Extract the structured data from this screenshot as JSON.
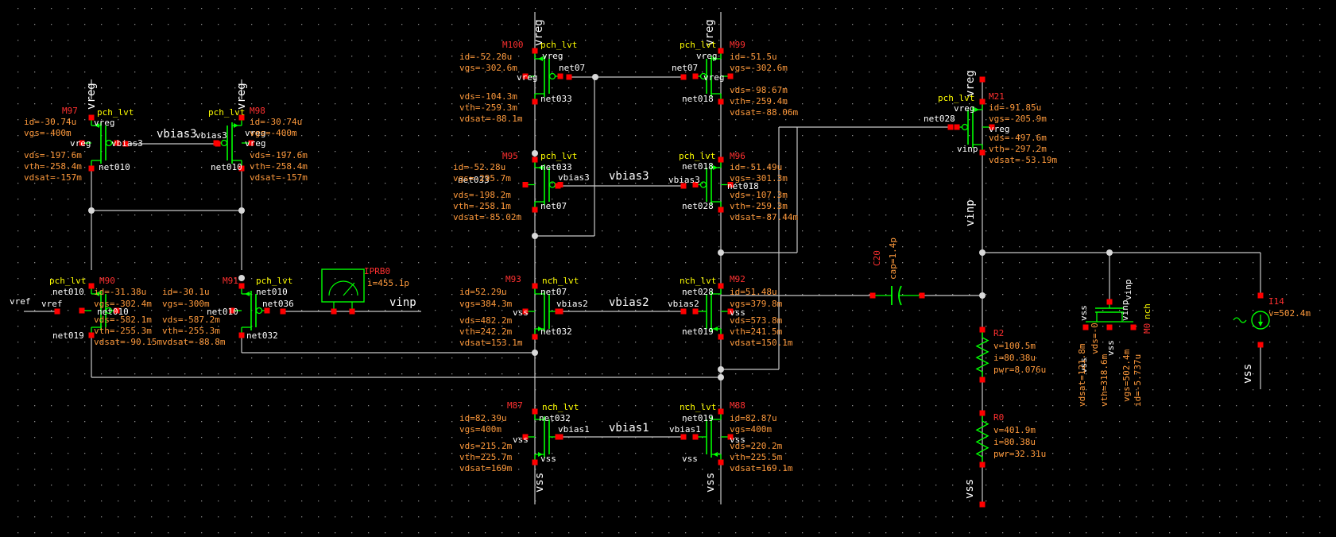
{
  "theme": {
    "background": "#000000",
    "wire": "#c8c8c8",
    "pin": "#ff0000",
    "device": "#00ff00",
    "net_text": "#ffffff",
    "param_text": "#ff9a3c",
    "cell_text": "#ffff00",
    "instance_text": "#ff3030",
    "grid_dot": "#8a8a8a"
  },
  "rails": {
    "vreg": "vreg",
    "vss": "vss",
    "vinp": "vinp",
    "vref": "vref"
  },
  "buses": {
    "vbias1": "vbias1",
    "vbias2": "vbias2",
    "vbias3": "vbias3"
  },
  "transistors": [
    {
      "id": "M97",
      "cell": "pch_lvt",
      "pins": {
        "s": "vreg",
        "g": "vbias3",
        "b": "vreg",
        "d": "net010"
      },
      "params": [
        "id=-30.74u",
        "vgs=-400m",
        "vds=-197.6m",
        "vth=-258.4m",
        "vdsat=-157m"
      ]
    },
    {
      "id": "M98",
      "cell": "pch_lvt",
      "pins": {
        "s": "vreg",
        "g": "vbias3",
        "b": "vreg",
        "d": "net010"
      },
      "params": [
        "id=-30.74u",
        "vgs=-400m",
        "vds=-197.6m",
        "vth=-258.4m",
        "vdsat=-157m"
      ]
    },
    {
      "id": "M90",
      "cell": "pch_lvt",
      "pins": {
        "s": "net010",
        "g": "vref",
        "b": "net010",
        "d": "net019"
      },
      "params": [
        "id=-31.38u",
        "vgs=-302.4m",
        "vds=-582.1m",
        "vth=-255.3m",
        "vdsat=-90.15m"
      ]
    },
    {
      "id": "M91",
      "cell": "pch_lvt",
      "pins": {
        "s": "net010",
        "g": "net036",
        "b": "net010",
        "d": "net032"
      },
      "params": [
        "id=-30.1u",
        "vgs=-300m",
        "vds=-587.2m",
        "vth=-255.3m",
        "vdsat=-88.8m"
      ]
    },
    {
      "id": "M100",
      "cell": "pch_lvt",
      "pins": {
        "s": "vreg",
        "g": "net07",
        "b": "vreg",
        "d": "net033"
      },
      "params": [
        "id=-52.28u",
        "vgs=-302.6m",
        "vds=-104.3m",
        "vth=-259.3m",
        "vdsat=-88.1m"
      ]
    },
    {
      "id": "M99",
      "cell": "pch_lvt",
      "pins": {
        "s": "vreg",
        "g": "net07",
        "b": "vreg",
        "d": "net018"
      },
      "params": [
        "id=-51.5u",
        "vgs=-302.6m",
        "vds=-98.67m",
        "vth=-259.4m",
        "vdsat=-88.06m"
      ]
    },
    {
      "id": "M95",
      "cell": "pch_lvt",
      "pins": {
        "s": "net033",
        "g": "vbias3",
        "b": "net033",
        "d": "net07"
      },
      "params": [
        "id=-52.28u",
        "vgs=-295.7m",
        "vds=-198.2m",
        "vth=-258.1m",
        "vdsat=-85.02m"
      ]
    },
    {
      "id": "M96",
      "cell": "pch_lvt",
      "pins": {
        "s": "net018",
        "g": "vbias3",
        "b": "net018",
        "d": "net028"
      },
      "params": [
        "id=-51.49u",
        "vgs=-301.3m",
        "vds=-107.3m",
        "vth=-259.3m",
        "vdsat=-87.44m"
      ]
    },
    {
      "id": "M93",
      "cell": "nch_lvt",
      "pins": {
        "d": "net07",
        "g": "vbias2",
        "b": "vss",
        "s": "net032"
      },
      "params": [
        "id=52.29u",
        "vgs=384.3m",
        "vds=482.2m",
        "vth=242.2m",
        "vdsat=153.1m"
      ]
    },
    {
      "id": "M92",
      "cell": "nch_lvt",
      "pins": {
        "d": "net028",
        "g": "vbias2",
        "b": "vss",
        "s": "net019"
      },
      "params": [
        "id=51.48u",
        "vgs=379.8m",
        "vds=573.8m",
        "vth=241.5m",
        "vdsat=150.1m"
      ]
    },
    {
      "id": "M87",
      "cell": "nch_lvt",
      "pins": {
        "d": "net032",
        "g": "vbias1",
        "b": "vss",
        "s": "vss"
      },
      "params": [
        "id=82.39u",
        "vgs=400m",
        "vds=215.2m",
        "vth=225.7m",
        "vdsat=169m"
      ]
    },
    {
      "id": "M88",
      "cell": "nch_lvt",
      "pins": {
        "d": "net019",
        "g": "vbias1",
        "b": "vss",
        "s": "vss"
      },
      "params": [
        "id=82.87u",
        "vgs=400m",
        "vds=220.2m",
        "vth=225.5m",
        "vdsat=169.1m"
      ]
    },
    {
      "id": "M21",
      "cell": "pch_lvt",
      "pins": {
        "s": "vreg",
        "g": "net028",
        "b": "vreg",
        "d": "vinp"
      },
      "params": [
        "id=-91.85u",
        "vgs=-205.9m",
        "vds=-497.6m",
        "vth=-297.2m",
        "vdsat=-53.19m"
      ]
    },
    {
      "id": "M0",
      "cell": "nch",
      "pins": {
        "d": "vinp",
        "g": "vinp",
        "b": "vss",
        "s": "vss"
      },
      "params": [
        "id=-5.737u",
        "vgs=502.4m",
        "vds=-0",
        "vth=318.6m",
        "vdsat=121.8m"
      ]
    }
  ],
  "passives": {
    "C20": {
      "label": "C20",
      "param": "cap=1.4p"
    },
    "R2": {
      "label": "R2",
      "params": [
        "v=100.5m",
        "i=80.38u",
        "pwr=8.076u"
      ]
    },
    "R0": {
      "label": "R0",
      "params": [
        "v=401.9m",
        "i=80.38u",
        "pwr=32.31u"
      ]
    },
    "I14": {
      "label": "I14",
      "param": "v=502.4m"
    },
    "PRB0": {
      "label": "IPRB0",
      "param": "i=455.1p"
    }
  }
}
